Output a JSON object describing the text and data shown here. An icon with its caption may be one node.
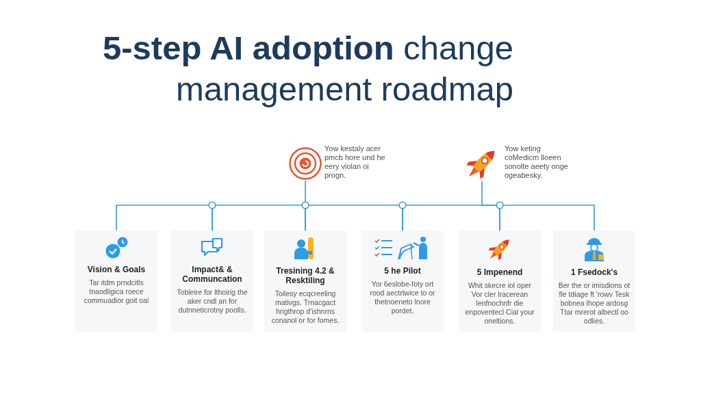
{
  "diagram": {
    "title": "**5-step AI adoption** change management roadmap",
    "nodes": [
      {
        "text": [],
        "shape": "picture",
        "beside": [
          "Yow kestaly acer pmcb hore und he eery violan oi progn."
        ]
      },
      {
        "text": [],
        "shape": "picture",
        "beside": [
          "Yow keting coMedicm lloeen sonolte aeety onge ogeabesky."
        ]
      },
      {
        "text": [
          "Vision & Goals",
          "Tar itdm prndcitls tnaodligica roece commuadior goit oal"
        ]
      },
      {
        "text": [
          "Impact& & Communcation",
          "Tobleire for lthoirig the aker cndl an for dutnneticrotny poolls."
        ]
      },
      {
        "text": [
          "Tresining 4.2 & Resktiling",
          "Toilesy ecqcreeling mativgs. Trnacgact hrigthrop d'ishnrns conanol or for fomes."
        ]
      },
      {
        "text": [
          "5 he Pilot",
          "Yor 6eslobe-foty ort rood aectrtwice to or thetnoeneto lnore pordet."
        ]
      },
      {
        "text": [
          "5 Impenend",
          "Whit skecre iol oper Vor cler lracerean lenfnochnfr die enpoventecl Cial your oneltions."
        ]
      },
      {
        "text": [
          "1 Fsedock's",
          "Ber the or imisdions ot fle tdiage ft 'rowv Tesk bobnea lhope ardosg Ttar mrerot albectl oo odlies."
        ]
      }
    ],
    "edges": [
      {
        "from": 2,
        "to": 3,
        "arrow": "none"
      },
      {
        "from": 3,
        "to": 4,
        "arrow": "none"
      },
      {
        "from": 4,
        "to": 5,
        "arrow": "none"
      },
      {
        "from": 5,
        "to": 6,
        "arrow": "none"
      },
      {
        "from": 6,
        "to": 7,
        "arrow": "none"
      },
      {
        "from": 0,
        "to": 4,
        "arrow": "none"
      },
      {
        "from": 1,
        "to": 6,
        "arrow": "none"
      }
    ]
  }
}
